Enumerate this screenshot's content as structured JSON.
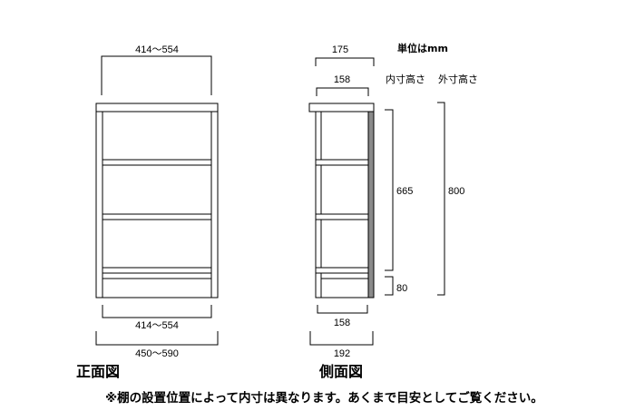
{
  "unit_label": "単位はmm",
  "header_inner": "内寸高さ",
  "header_outer": "外寸高さ",
  "front": {
    "top_width": "414～554",
    "inner_width": "414～554",
    "outer_width": "450～590",
    "caption": "正面図"
  },
  "side": {
    "top_depth": "175",
    "inner_top_depth": "158",
    "bottom_inner_depth": "158",
    "outer_depth": "192",
    "caption": "側面図"
  },
  "heights": {
    "inner": "665",
    "base": "80",
    "outer": "800"
  },
  "note": "※棚の設置位置によって内寸は異なります。あくまで目安としてご覧ください。"
}
